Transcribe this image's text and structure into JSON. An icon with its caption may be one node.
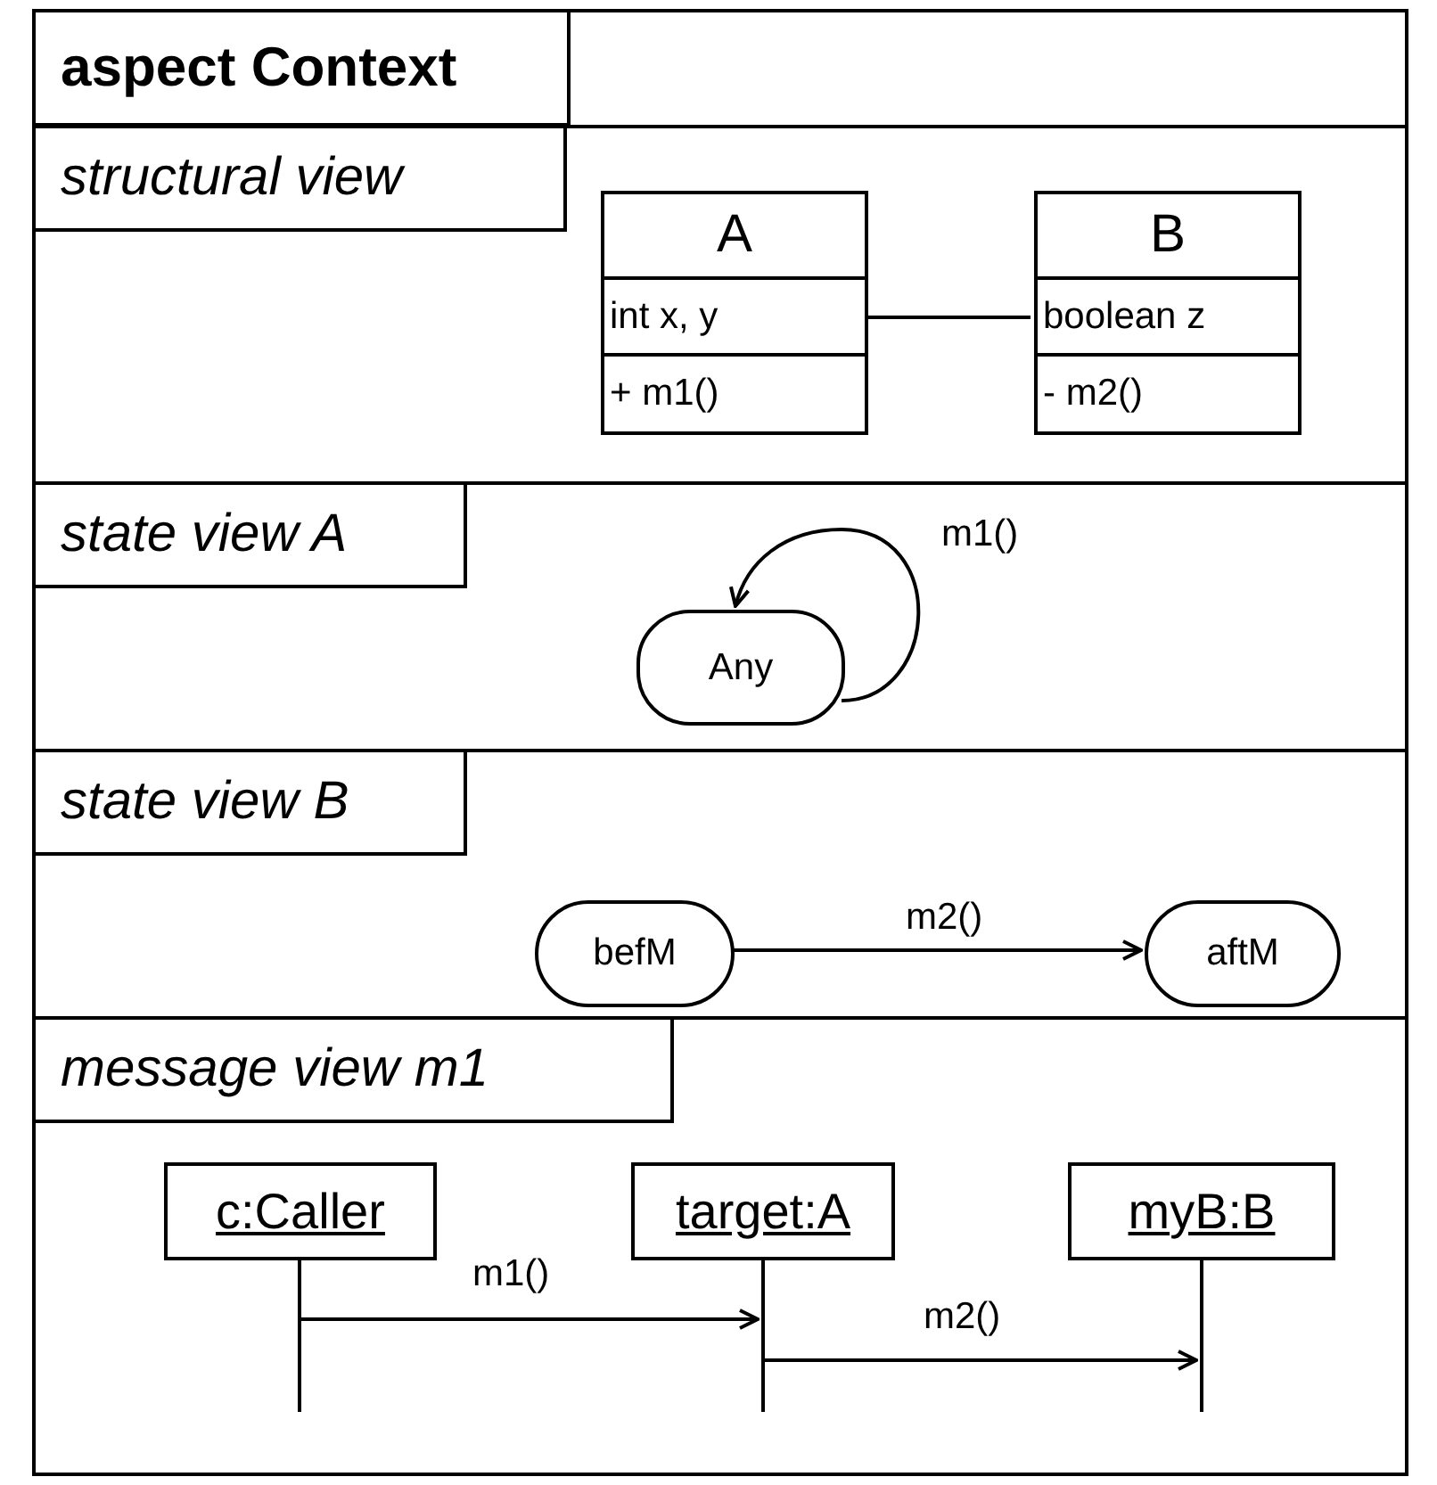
{
  "diagram": {
    "nodes": [
      {
        "text": [
          "aspect Context"
        ]
      },
      {
        "text": [
          "structural view"
        ],
        "in": 0
      },
      {
        "text": [
          "A",
          "int x, y",
          "+ m1()"
        ],
        "in": 1
      },
      {
        "text": [
          "B",
          "boolean z",
          "- m2()"
        ],
        "in": 1
      },
      {
        "text": [
          "state view A"
        ],
        "in": 0
      },
      {
        "text": [
          "Any"
        ],
        "in": 4
      },
      {
        "text": [
          "state view B"
        ],
        "in": 0
      },
      {
        "text": [
          "befM"
        ],
        "in": 6
      },
      {
        "text": [
          "aftM"
        ],
        "in": 6
      },
      {
        "text": [
          "message view m1"
        ],
        "in": 0
      },
      {
        "text": [
          "c:Caller"
        ],
        "in": 9
      },
      {
        "text": [
          "target:A"
        ],
        "in": 9
      },
      {
        "text": [
          "myB:B"
        ],
        "in": 9
      },
      {
        "text": [],
        "shape": "bar",
        "in": 9
      },
      {
        "text": [],
        "shape": "bar",
        "in": 9
      },
      {
        "text": [],
        "shape": "bar",
        "in": 9
      }
    ],
    "edges": [
      {
        "from": 2,
        "to": 3,
        "arrow": "none"
      },
      {
        "from": 5,
        "to": 5,
        "arrow": "to",
        "label": "m1()"
      },
      {
        "from": 7,
        "to": 8,
        "arrow": "to",
        "label": "m2()"
      },
      {
        "from": 13,
        "to": 14,
        "arrow": "to",
        "label": "m1()"
      },
      {
        "from": 14,
        "to": 15,
        "arrow": "to",
        "label": "m2()"
      }
    ]
  }
}
